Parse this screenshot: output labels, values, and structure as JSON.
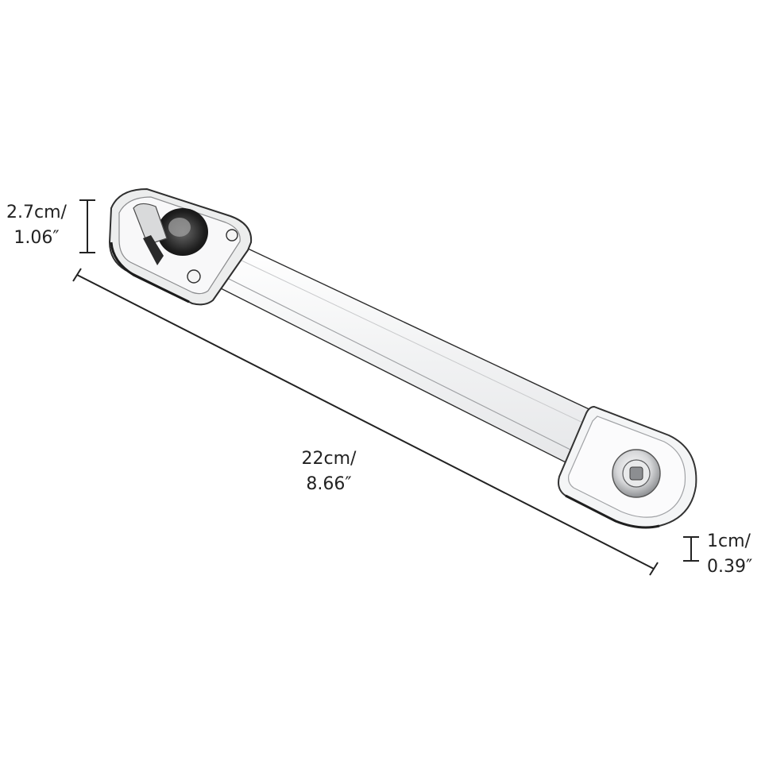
{
  "dimensions": {
    "height": {
      "metric": "2.7cm/",
      "imperial": "1.06″"
    },
    "length": {
      "metric": "22cm/",
      "imperial": "8.66″"
    },
    "width": {
      "metric": "1cm/",
      "imperial": "0.39″"
    }
  },
  "colors": {
    "line": "#222222",
    "plastic_edge": "#3a3a3a",
    "plastic_fill": "#f2f3f4",
    "strap_fill": "#f7f7f8"
  }
}
